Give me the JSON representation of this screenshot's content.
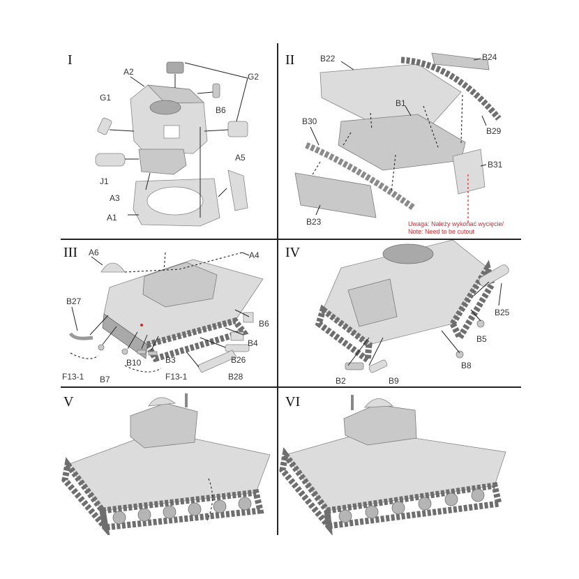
{
  "panels": {
    "p1": {
      "step": "I",
      "labels": {
        "a2": "A2",
        "g1": "G1",
        "g2": "G2",
        "b6": "B6",
        "j1": "J1",
        "a3": "A3",
        "a5": "A5",
        "a1": "A1"
      }
    },
    "p2": {
      "step": "II",
      "labels": {
        "b22": "B22",
        "b24": "B24",
        "b1": "B1",
        "b30": "B30",
        "b29": "B29",
        "b31": "B31",
        "b23": "B23"
      },
      "note_line1": "Uwaga: Należy wykonać wycięcie/",
      "note_line2": "Note: Need to be cutout"
    },
    "p3": {
      "step": "III",
      "labels": {
        "a6": "A6",
        "a4": "A4",
        "b27": "B27",
        "b6": "B6",
        "b4": "B4",
        "b26": "B26",
        "b10": "B10",
        "b3": "B3",
        "f13a": "F13-1",
        "b7": "B7",
        "f13b": "F13-1",
        "b28": "B28"
      }
    },
    "p4": {
      "step": "IV",
      "labels": {
        "b25": "B25",
        "b5": "B5",
        "b8": "B8",
        "b2": "B2",
        "b9": "B9"
      }
    },
    "p5": {
      "step": "V"
    },
    "p6": {
      "step": "VI"
    }
  },
  "colors": {
    "note_red": "#d8262a",
    "divider": "#222222",
    "part_grey": "#c9c9c9"
  }
}
